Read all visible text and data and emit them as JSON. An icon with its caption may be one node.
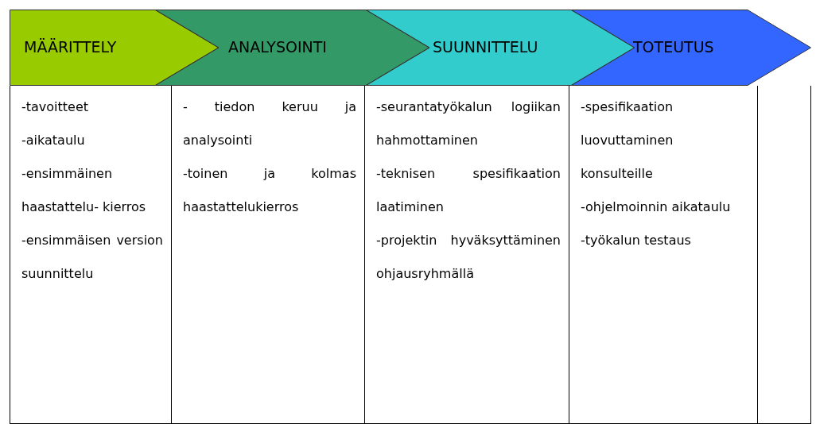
{
  "diagram": {
    "nodes": [
      {
        "text": [
          "MÄÄRITTELY"
        ]
      },
      {
        "text": [
          "ANALYSOINTI"
        ]
      },
      {
        "text": [
          "SUUNNITTELU"
        ]
      },
      {
        "text": [
          "TOTEUTUS"
        ]
      },
      {
        "text": [
          "-tavoitteet",
          "-aikataulu",
          "-ensimmäinen haastattelu- kierros",
          "-ensimmäisen version suunnittelu"
        ]
      },
      {
        "text": [
          "- tiedon keruu ja analysointi",
          "-toinen ja kolmas haastattelukierros"
        ]
      },
      {
        "text": [
          "-seurantatyökalun logiikan hahmottaminen",
          "-teknisen spesifikaation laatiminen",
          "-projektin hyväksyttäminen ohjausryhmällä"
        ]
      },
      {
        "text": [
          "-spesifikaation luovuttaminen konsulteille",
          "-ohjelmoinnin aikataulu",
          "-työkalun testaus"
        ]
      },
      {
        "text": [],
        "shape": "box"
      }
    ],
    "edges": []
  }
}
